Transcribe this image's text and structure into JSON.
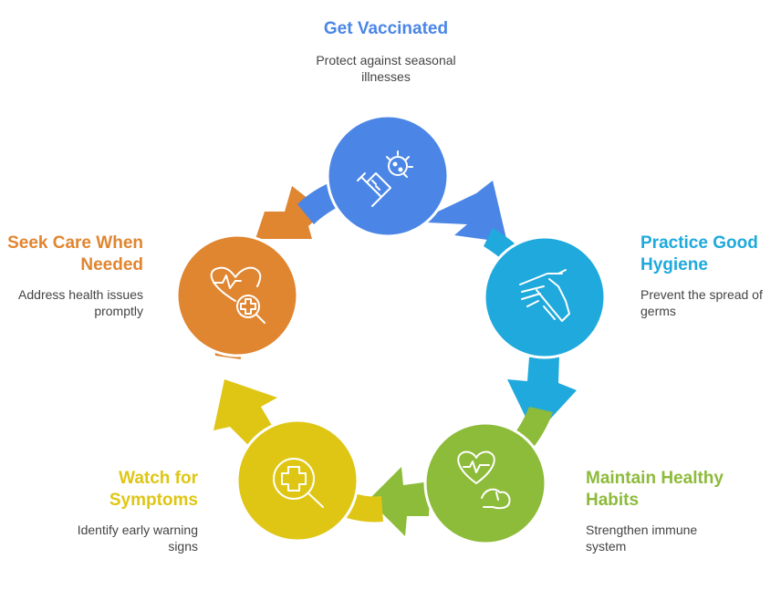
{
  "colors": {
    "blue": "#4b86e6",
    "cyan": "#1fa9dc",
    "green": "#8dbb3a",
    "yellow": "#dfc614",
    "orange": "#e08530",
    "description_text": "#444444"
  },
  "steps": [
    {
      "title": "Get Vaccinated",
      "description_line1": "Protect against seasonal",
      "description_line2": "illnesses",
      "icon": "syringe-virus-icon",
      "color": "#4b86e6"
    },
    {
      "title_line1": "Practice Good",
      "title_line2": "Hygiene",
      "description_line1": "Prevent the spread of",
      "description_line2": "germs",
      "icon": "hand-washing-icon",
      "color": "#1fa9dc"
    },
    {
      "title_line1": "Maintain Healthy",
      "title_line2": "Habits",
      "description_line1": "Strengthen immune",
      "description_line2": "system",
      "icon": "heart-muscle-icon",
      "color": "#8dbb3a"
    },
    {
      "title_line1": "Watch for",
      "title_line2": "Symptoms",
      "description_line1": "Identify early warning",
      "description_line2": "signs",
      "icon": "medical-search-icon",
      "color": "#dfc614"
    },
    {
      "title_line1": "Seek Care When",
      "title_line2": "Needed",
      "description_line1": "Address health issues",
      "description_line2": "promptly",
      "icon": "heart-health-search-icon",
      "color": "#e08530"
    }
  ]
}
